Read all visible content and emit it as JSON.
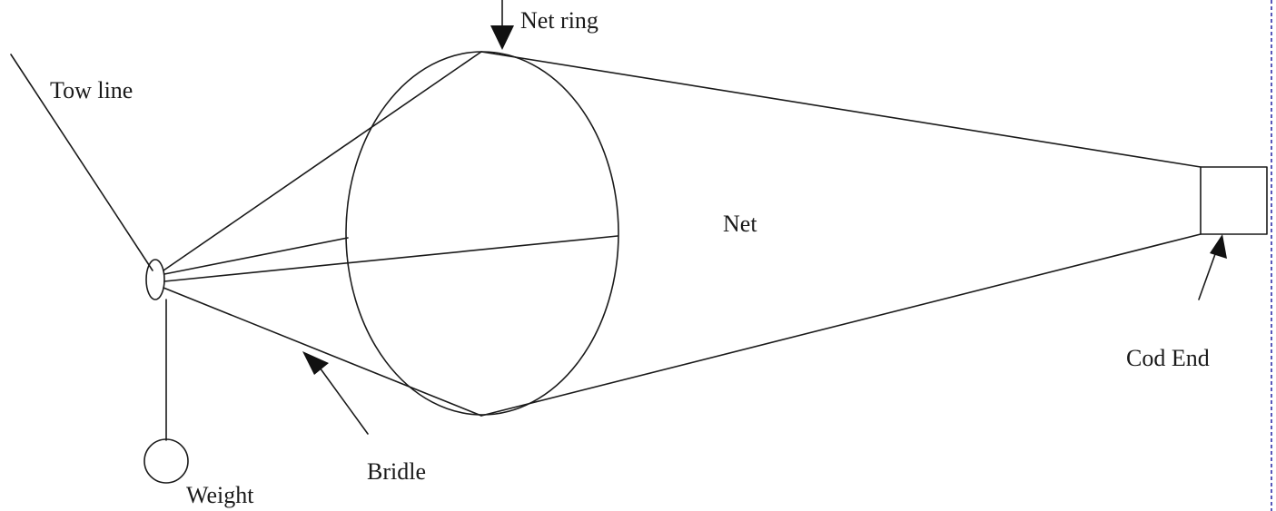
{
  "labels": {
    "net_ring": "Net ring",
    "tow_line": "Tow line",
    "net": "Net",
    "cod_end": "Cod End",
    "bridle": "Bridle",
    "weight": "Weight"
  }
}
